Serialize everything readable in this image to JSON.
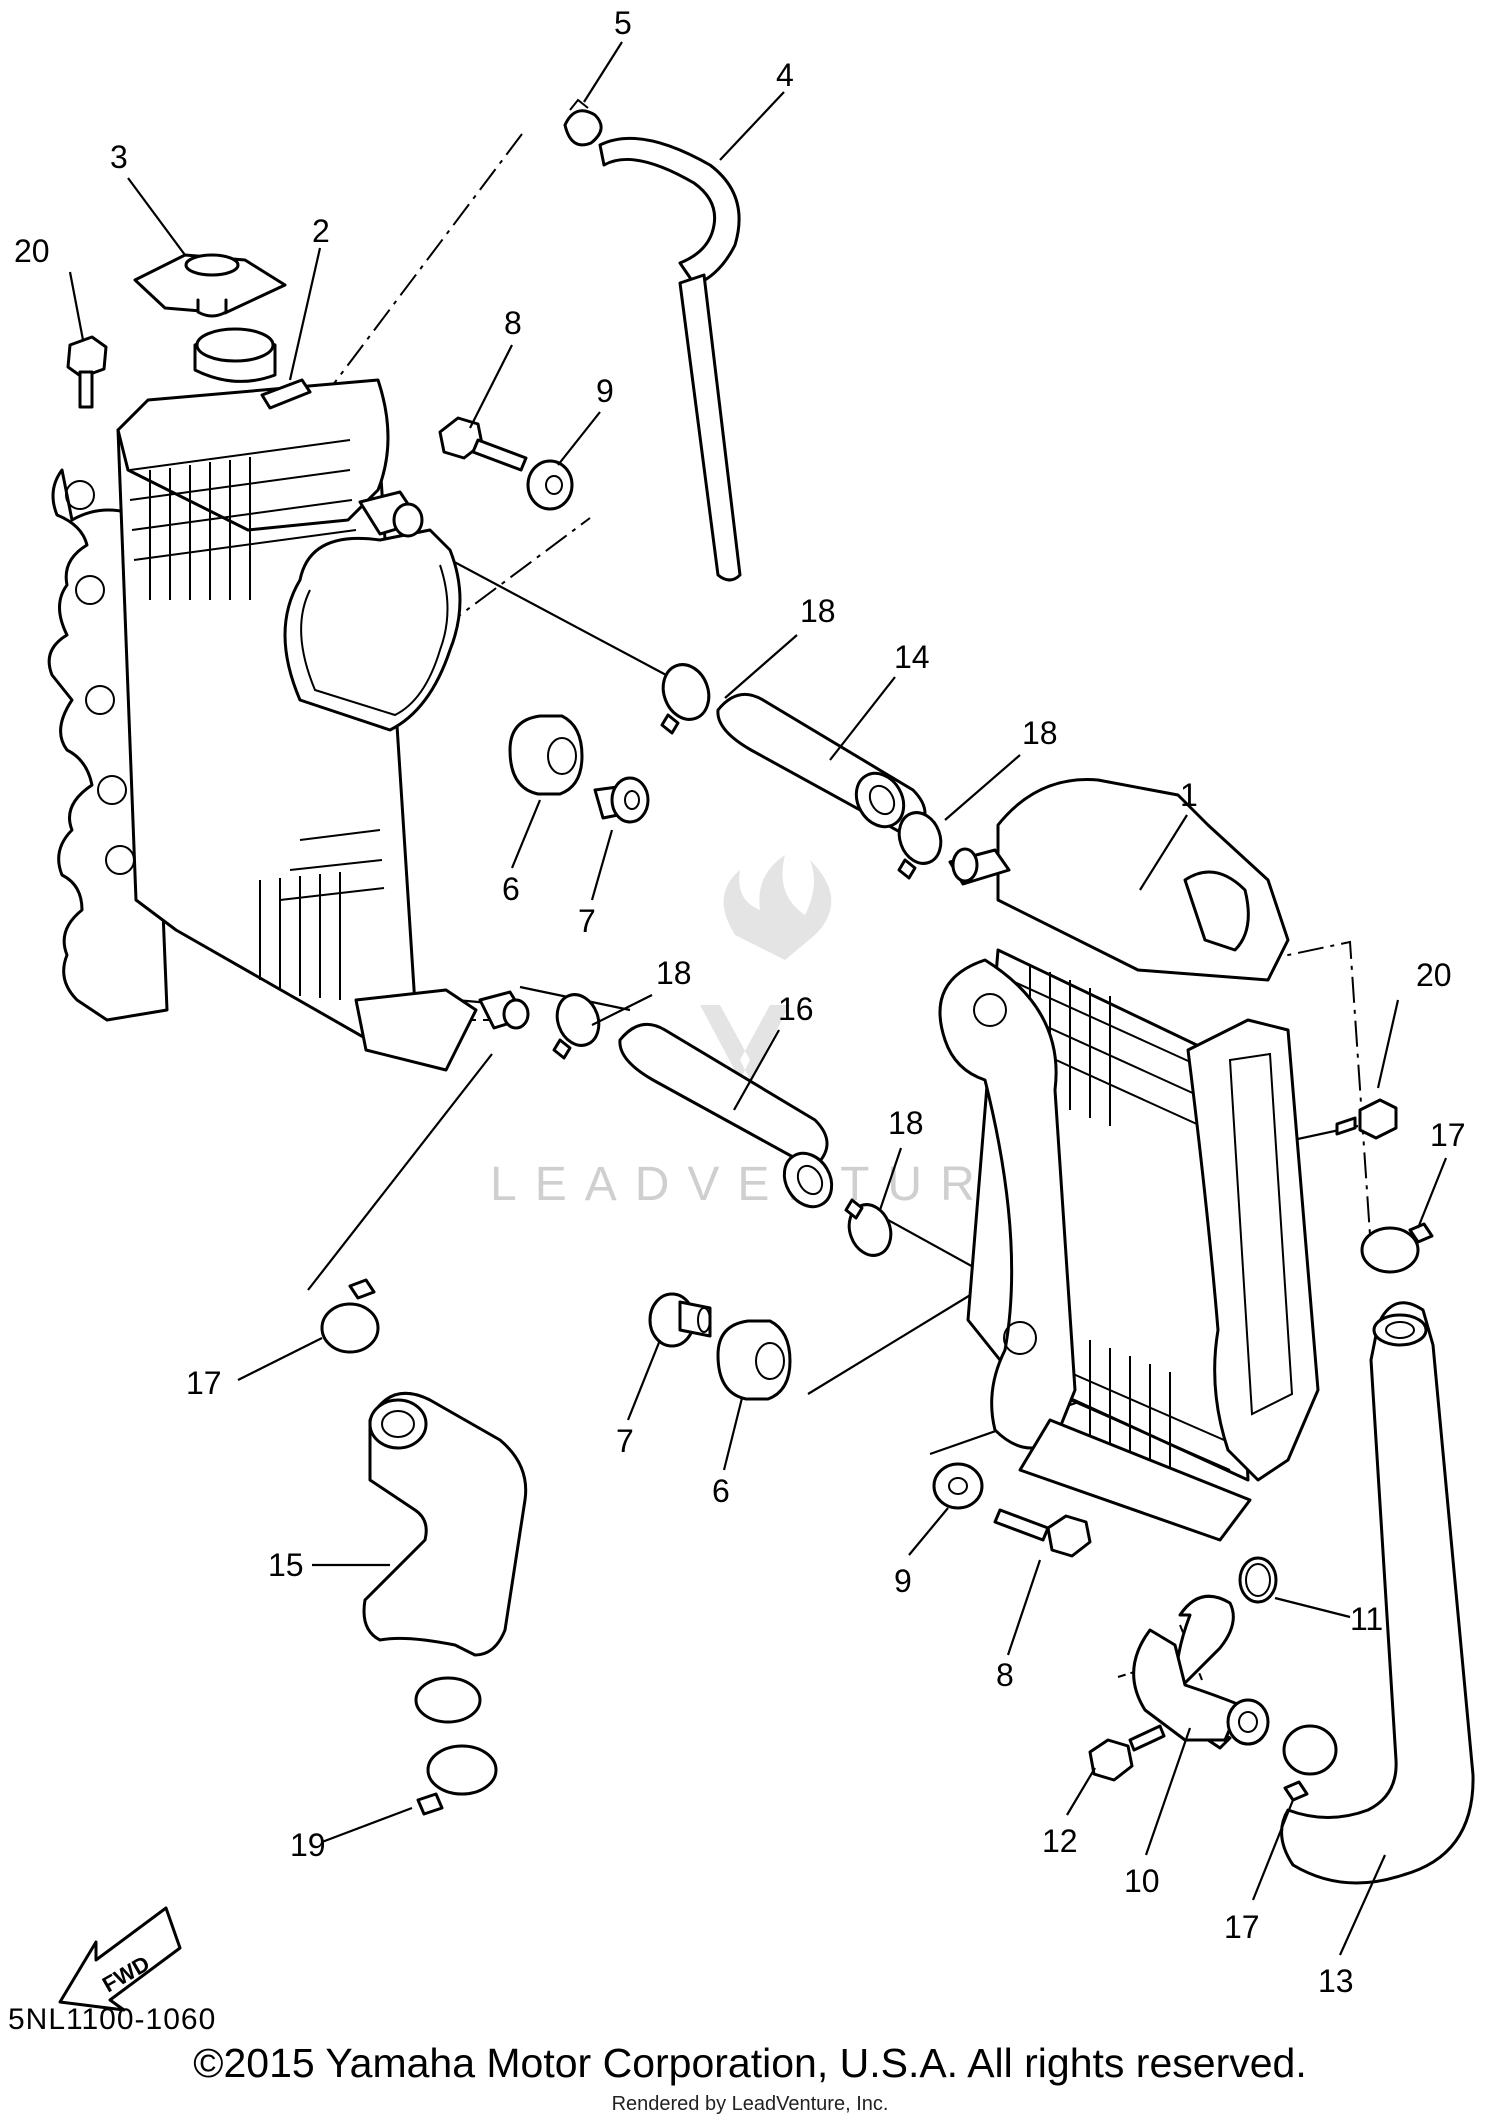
{
  "diagram": {
    "code": "5NL1100-1060",
    "copyright": "©2015 Yamaha Motor Corporation, U.S.A. All rights reserved.",
    "rendered_by": "Rendered by LeadVenture, Inc.",
    "watermark": "LEADVENTURE",
    "direction_label": "FWD",
    "callouts": [
      "5",
      "4",
      "3",
      "2",
      "20",
      "8",
      "9",
      "18",
      "14",
      "18",
      "1",
      "6",
      "7",
      "18",
      "16",
      "20",
      "18",
      "17",
      "17",
      "7",
      "15",
      "6",
      "9",
      "11",
      "8",
      "12",
      "10",
      "17",
      "13",
      "19"
    ]
  }
}
